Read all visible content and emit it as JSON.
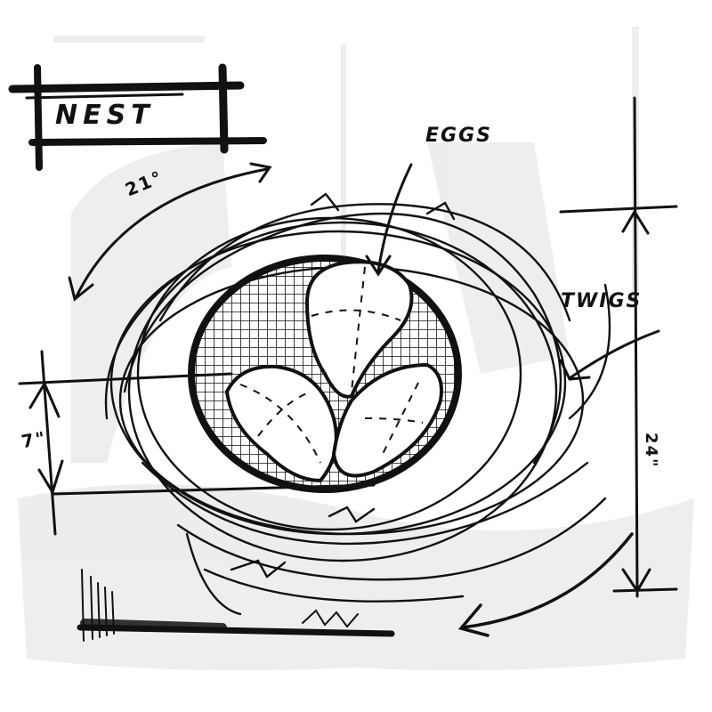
{
  "illustration": {
    "subject": "bird nest with three eggs",
    "style": "hand-drawn sketch, black ink on white with faint grey texture",
    "colors": {
      "ink": "#111111",
      "background": "#ffffff",
      "texture": "#e6e6e6"
    }
  },
  "title_box": {
    "label": "NEST"
  },
  "annotations": {
    "eggs_label": "EGGS",
    "twigs_label": "TWIGS",
    "angle_label": "21°",
    "height_label": "7\"",
    "width_label": "24\""
  },
  "eggs": [
    {
      "position": "top-center"
    },
    {
      "position": "bottom-left"
    },
    {
      "position": "bottom-right"
    }
  ]
}
